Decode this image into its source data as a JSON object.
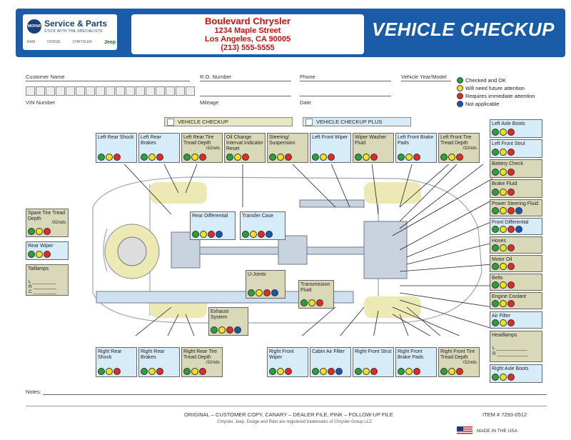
{
  "header": {
    "logo_name": "Service & Parts",
    "logo_tagline": "STICK WITH THE SPECIALISTS",
    "logo_badge": "MOPAR",
    "brands": [
      "RAM",
      "DODGE",
      "CHRYSLER",
      "Jeep"
    ],
    "dealer_name": "Boulevard Chrysler",
    "dealer_street": "1234 Maple Street",
    "dealer_city": "Los Angeles, CA 90005",
    "dealer_phone": "(213) 555-5555",
    "title": "VEHICLE CHECKUP"
  },
  "fields": {
    "customer_name": "Customer Name",
    "ro_number": "R.O. Number",
    "phone": "Phone",
    "vehicle_year_model": "Vehicle Year/Model",
    "vin_number": "VIN Number",
    "mileage": "Mileage",
    "date": "Date"
  },
  "legend": {
    "checked_ok": "Checked and OK",
    "future": "Will need future attention",
    "immediate": "Requires immediate attention",
    "na": "Not applicable"
  },
  "tabs": {
    "checkup": "VEHICLE CHECKUP",
    "checkup_plus": "VEHICLE CHECKUP PLUS"
  },
  "items": {
    "left_rear_shock": "Left Rear Shock",
    "left_rear_brakes": "Left Rear Brakes",
    "left_rear_tire": "Left Rear Tire Tread Depth",
    "oil_change": "Oil Change Interval Indicator Reset",
    "steering": "Steering/ Suspension",
    "left_front_wiper": "Left Front Wiper",
    "wiper_washer": "Wiper Washer Fluid",
    "left_front_pads": "Left Front Brake Pads",
    "left_front_tire": "Left Front Tire Tread Depth",
    "left_axle_boots": "Left Axle Boots",
    "left_front_strut": "Left Front Strut",
    "battery": "Battery Check",
    "brake_fluid": "Brake Fluid",
    "power_steering": "Power Steering Fluid",
    "front_diff": "Front Differential",
    "hoses": "Hoses",
    "motor_oil": "Motor Oil",
    "belts": "Belts",
    "engine_coolant": "Engine Coolant",
    "air_filter": "Air Filter",
    "headlamps": "Headlamps",
    "right_axle_boots": "Right Axle Boots",
    "spare_tire": "Spare Tire Tread Depth",
    "rear_wiper": "Rear Wiper",
    "taillamps": "Taillamps",
    "rear_diff": "Rear Differential",
    "transfer_case": "Transfer Case",
    "ujoints": "U-Joints",
    "transmission": "Transmission Fluid",
    "exhaust": "Exhaust System",
    "right_rear_shock": "Right Rear Shock",
    "right_rear_brakes": "Right Rear Brakes",
    "right_rear_tire": "Right Rear Tire Tread Depth",
    "right_front_wiper": "Right Front Wiper",
    "cabin_air": "Cabin Air Filter",
    "right_front_strut": "Right Front Strut",
    "right_front_pads": "Right Front Brake Pads",
    "right_front_tire": "Right Front Tire Tread Depth"
  },
  "units": {
    "tread": "/32nds"
  },
  "lamp_labels": {
    "l": "L",
    "r": "R",
    "c": "C"
  },
  "notes_label": "Notes:",
  "footer": {
    "copies": "ORIGINAL – CUSTOMER COPY,     CANARY – DEALER FILE,     PINK – FOLLOW-UP FILE",
    "item": "ITEM # 7293-0512",
    "trademark": "Chrysler, Jeep, Dodge and Ram are registered trademarks of Chrysler Group LLC",
    "made": "MADE IN THE USA"
  },
  "colors": {
    "brand": "#1b5ca8",
    "dealer_text": "#d01010",
    "ok": "#2ea03a",
    "future": "#f2e21c",
    "immediate": "#e12b26",
    "na": "#1a55b5"
  }
}
